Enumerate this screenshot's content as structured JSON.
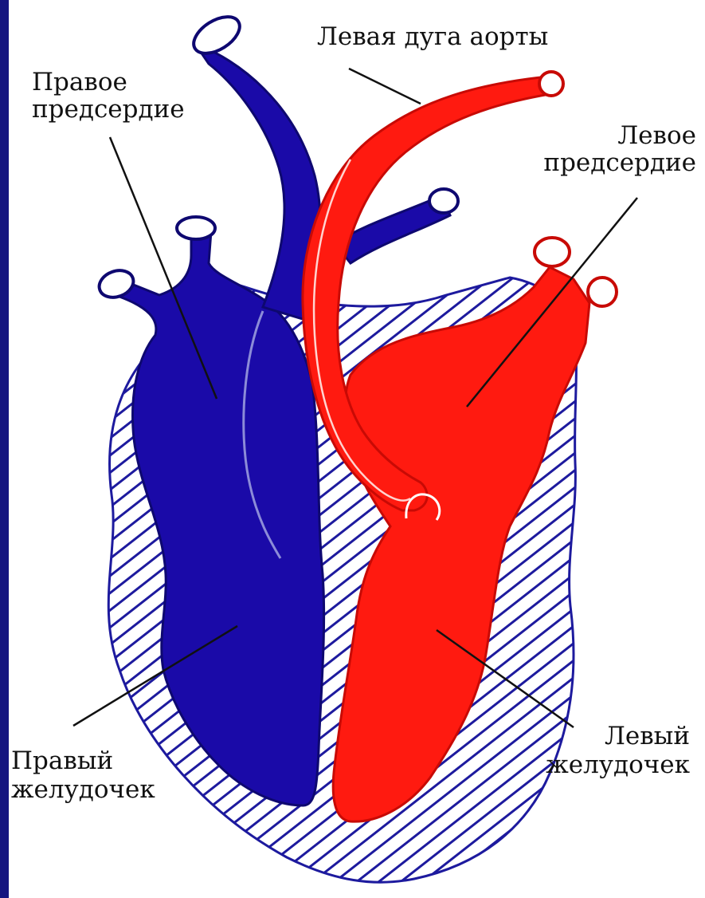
{
  "colors": {
    "deoxygenated": "#1a0aa8",
    "oxygenated": "#ff1a10",
    "hatch": "#1d1a9e",
    "frame": "#151580",
    "background": "#ffffff"
  },
  "labels": {
    "left_aortic_arch": "Левая дуга аорты",
    "right_atrium": [
      "Правое",
      "предсердие"
    ],
    "left_atrium": [
      "Левое",
      "предсердие"
    ],
    "right_ventricle": [
      "Правый",
      "желудочек"
    ],
    "left_ventricle": [
      "Левый",
      "желудочек"
    ]
  }
}
